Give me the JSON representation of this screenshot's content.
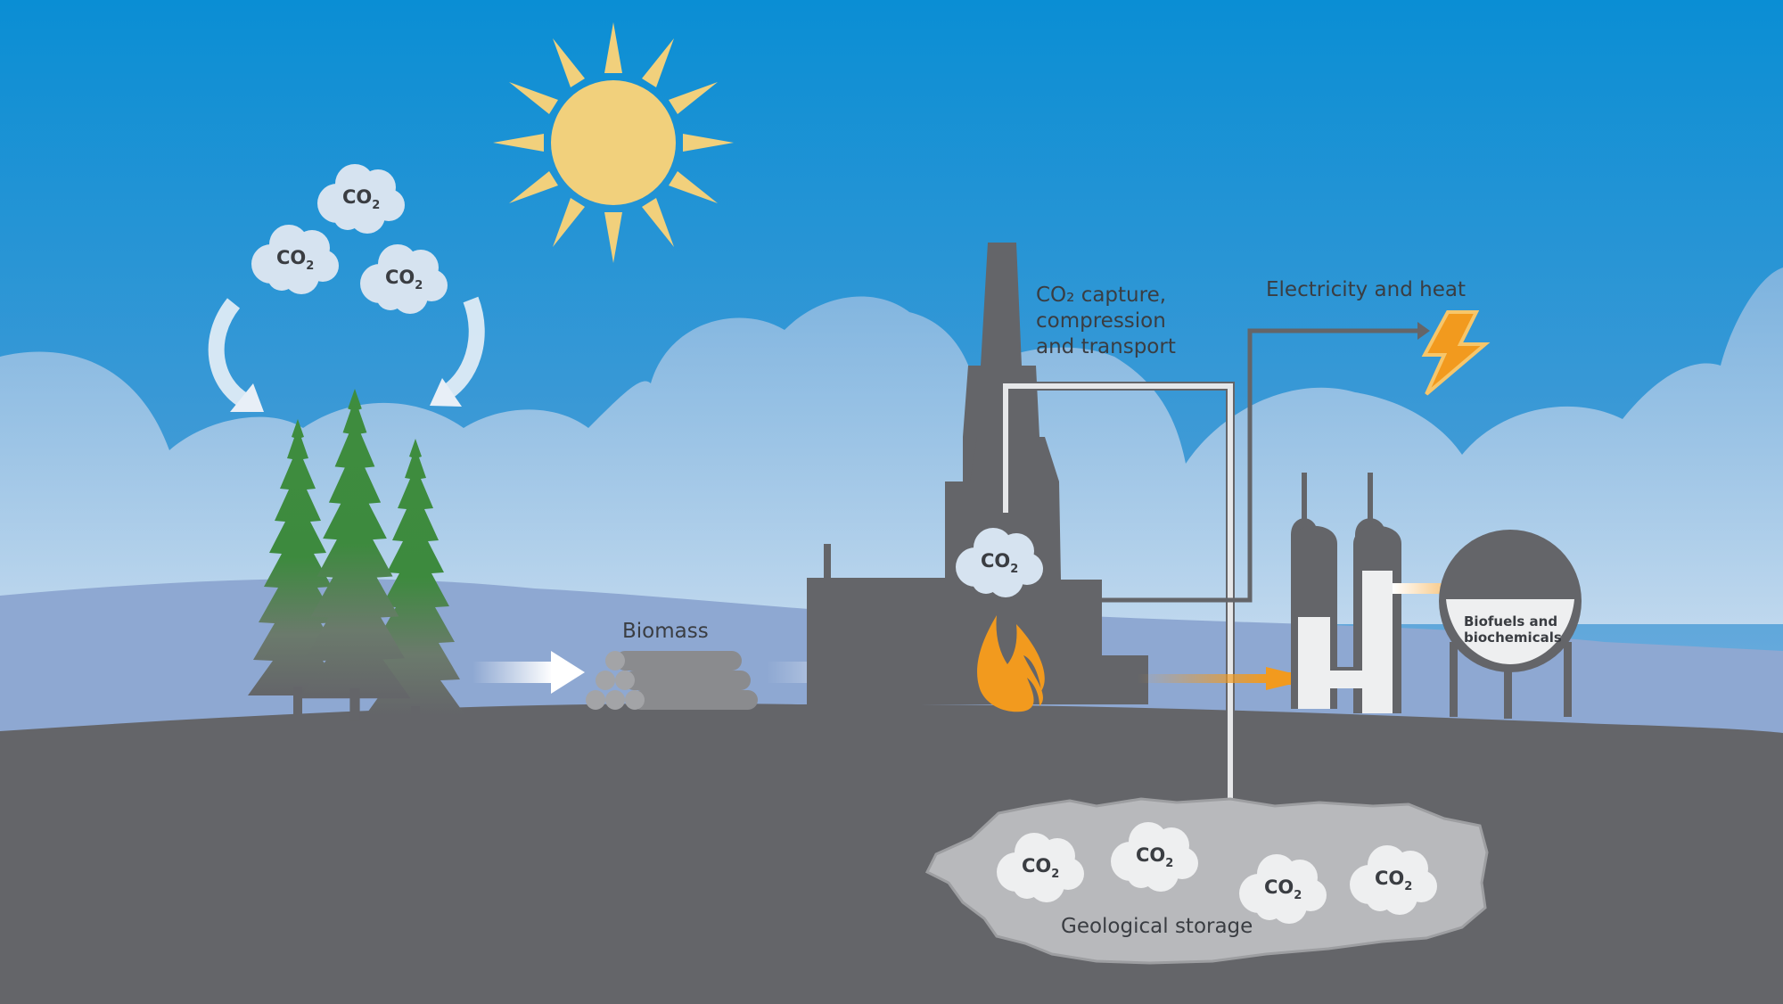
{
  "labels": {
    "capture_line1": "CO₂ capture,",
    "capture_line2": "compression",
    "capture_line3": "and transport",
    "electricity": "Electricity and heat",
    "biomass": "Biomass",
    "biofuels_line1": "Biofuels and",
    "biofuels_line2": "biochemicals",
    "storage": "Geological storage"
  },
  "co2": {
    "main": "CO",
    "sub": "2"
  },
  "colors": {
    "sky_top": "#0a8ed4",
    "sky_bottom": "#64a8dc",
    "cloud_band": "#b5d2ea",
    "hills": "#8ea8d2",
    "ground": "#646569",
    "sun": "#f1d07c",
    "tree": "#3c8a3d",
    "flame": "#f29a1e",
    "arrow_orange": "#f29a1e",
    "co2_cloud": "#d6e3f0",
    "storage": "#b8b9bc",
    "text": "#3a3d42"
  },
  "icons": [
    "sun-icon",
    "tree-icon",
    "log-pile-icon",
    "flame-icon",
    "lightning-bolt-icon",
    "co2-cloud-icon"
  ]
}
